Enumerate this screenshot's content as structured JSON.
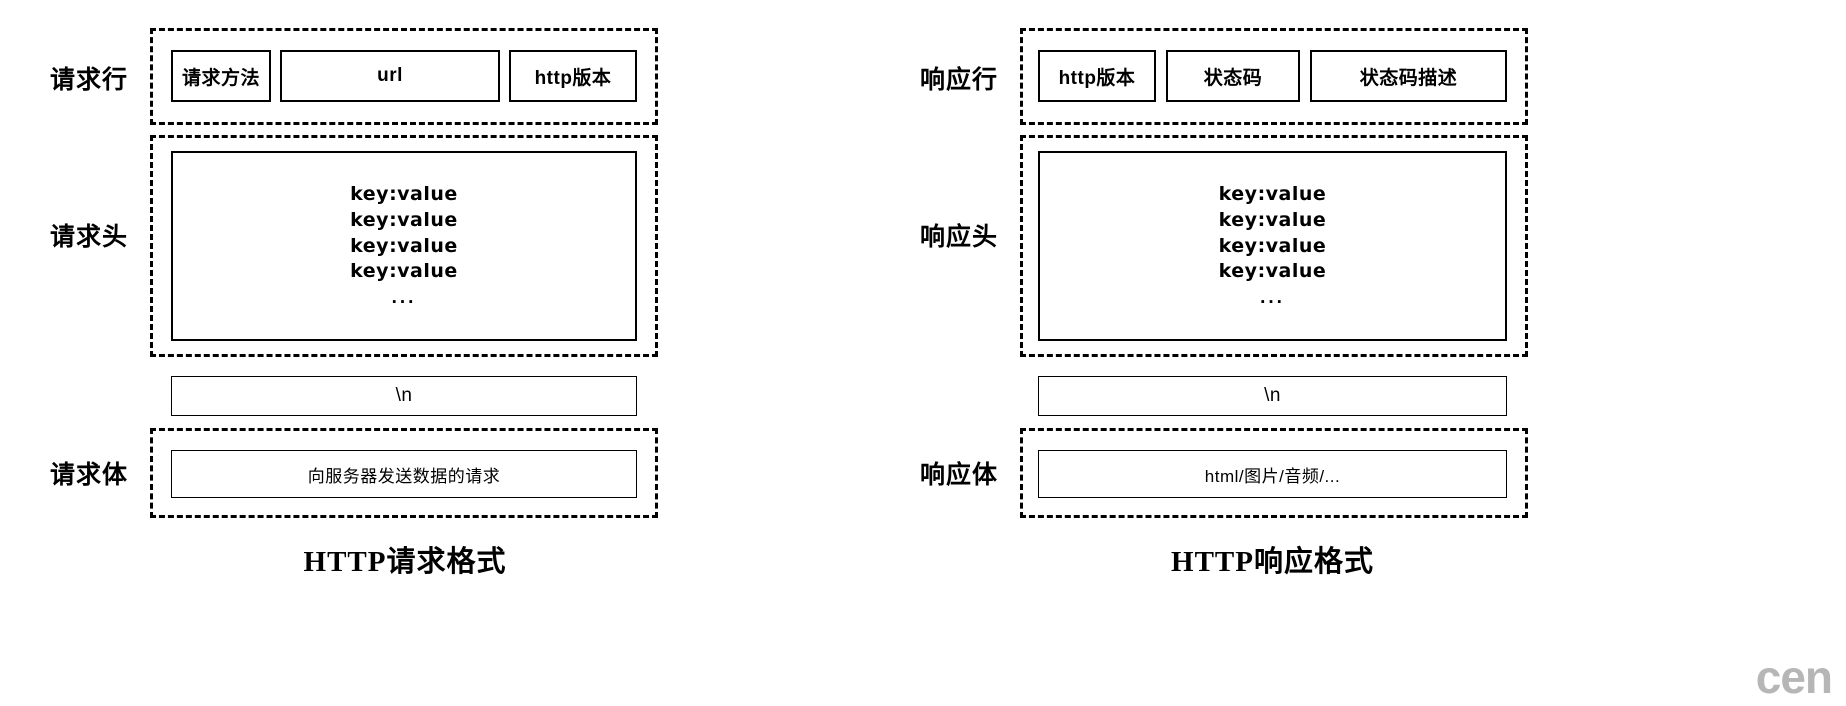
{
  "diagram": {
    "title_left": "HTTP请求格式",
    "title_right": "HTTP响应格式",
    "watermark": "cen",
    "line_colors": {
      "stroke": "#000000",
      "background": "#ffffff",
      "watermark": "#b6b6b6"
    }
  },
  "request": {
    "caption": "HTTP请求格式",
    "sections": [
      {
        "label": "请求行",
        "cells": [
          "请求方法",
          "url",
          "http版本"
        ]
      },
      {
        "label": "请求头",
        "lines": [
          "key:value",
          "key:value",
          "key:value",
          "key:value"
        ],
        "ellipsis": "..."
      },
      {
        "label": "",
        "cells": [
          "\\n"
        ]
      },
      {
        "label": "请求体",
        "cells": [
          "向服务器发送数据的请求"
        ]
      }
    ],
    "labels": {
      "line": "请求行",
      "head": "请求头",
      "body": "请求体"
    },
    "line_cells": {
      "method": "请求方法",
      "url": "url",
      "version": "http版本"
    },
    "head_lines": [
      "key:value",
      "key:value",
      "key:value",
      "key:value"
    ],
    "head_ellipsis": "...",
    "separator": "\\n",
    "body_cell": "向服务器发送数据的请求"
  },
  "response": {
    "caption": "HTTP响应格式",
    "labels": {
      "line": "响应行",
      "head": "响应头",
      "body": "响应体"
    },
    "line_cells": {
      "version": "http版本",
      "status_code": "状态码",
      "status_text": "状态码描述"
    },
    "head_lines": [
      "key:value",
      "key:value",
      "key:value",
      "key:value"
    ],
    "head_ellipsis": "...",
    "separator": "\\n",
    "body_cell": "html/图片/音频/..."
  }
}
